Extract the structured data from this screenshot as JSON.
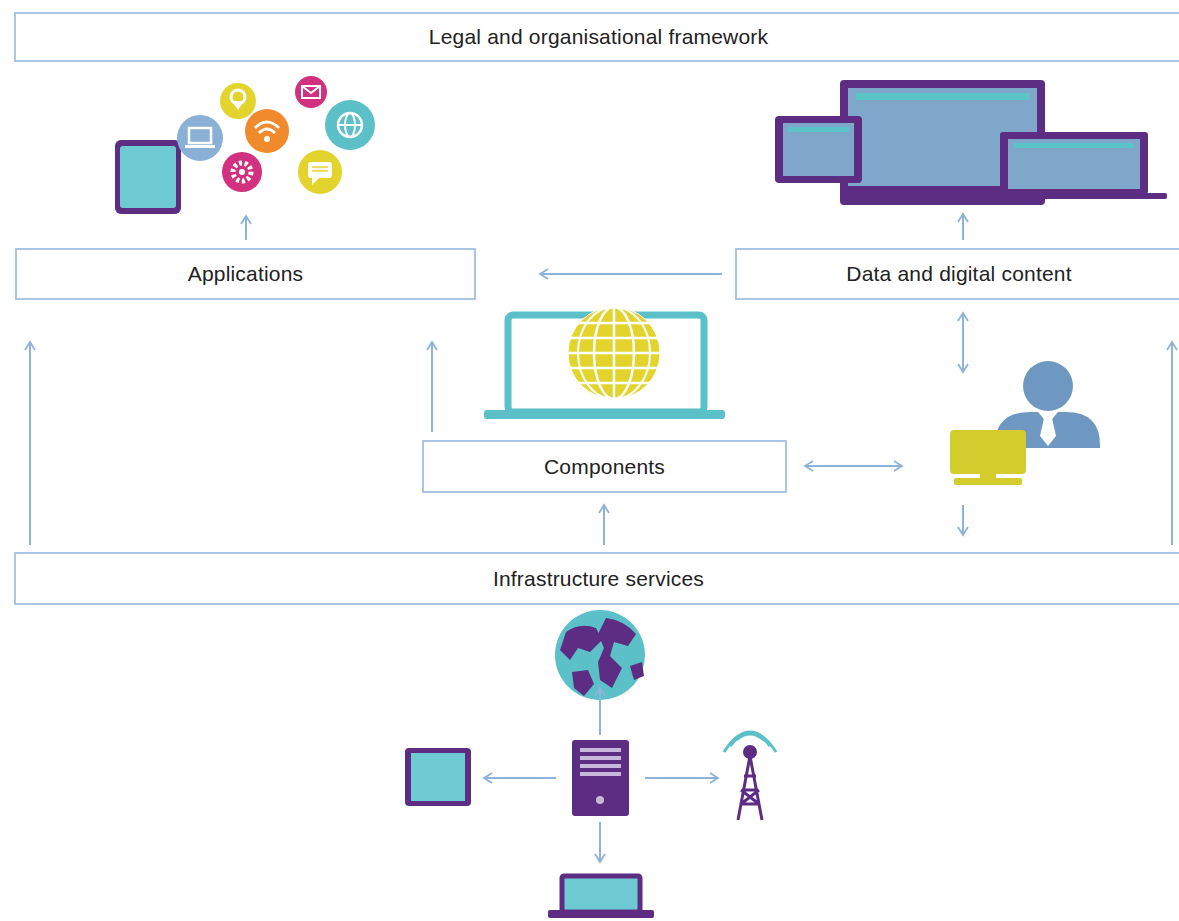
{
  "diagram": {
    "nodes": [
      {
        "text": [
          "Legal and organisational framework"
        ]
      },
      {
        "text": [
          "Applications"
        ]
      },
      {
        "text": [
          "Data and digital content"
        ]
      },
      {
        "text": [
          "Components"
        ]
      },
      {
        "text": [
          "Infrastructure services"
        ]
      }
    ],
    "edges": [
      {
        "from": 2,
        "to": 1,
        "arrow": "to"
      },
      {
        "from": 4,
        "to": 1,
        "arrow": "to"
      },
      {
        "from": 3,
        "to": 1,
        "arrow": "to"
      },
      {
        "from": 4,
        "to": 3,
        "arrow": "to"
      },
      {
        "from": 4,
        "to": 2,
        "arrow": "to"
      }
    ]
  }
}
